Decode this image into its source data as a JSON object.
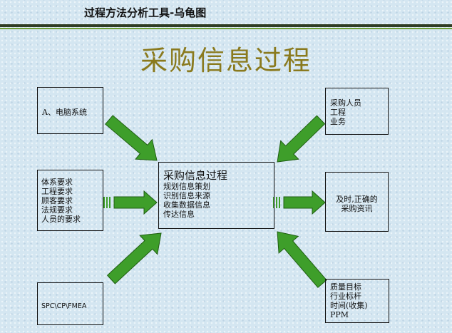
{
  "header": {
    "title": "过程方法分析工具-乌龟图"
  },
  "main_title": "采购信息过程",
  "diagram": {
    "center": {
      "title": "采购信息过程",
      "lines": [
        "规划信息策划",
        "识别信息来源",
        "收集数据信息",
        "传达信息"
      ]
    },
    "left_top": {
      "lines": [
        "A、电脑系统"
      ]
    },
    "left_mid": {
      "lines": [
        "体系要求",
        "工程要求",
        "顾客要求",
        "法规要求",
        "人员的要求"
      ]
    },
    "left_bottom": {
      "lines": [
        "SPC\\CP\\FMEA"
      ]
    },
    "right_top": {
      "lines": [
        "采购人员",
        "工程",
        "业务"
      ]
    },
    "right_mid": {
      "lines": [
        "及时,正确的",
        "采购资讯"
      ]
    },
    "right_bottom": {
      "lines": [
        "质量目标",
        "行业标杆",
        "时间(收集)",
        "PPM"
      ]
    },
    "arrow_color": "#3e9e2a",
    "arrow_edge_color": "#1f5e12"
  }
}
